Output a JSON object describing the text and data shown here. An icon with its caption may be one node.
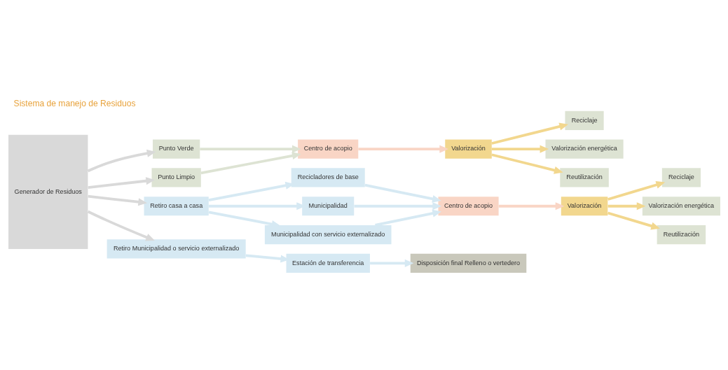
{
  "diagram": {
    "title": "Sistema de manejo de Residuos",
    "nodes": [
      {
        "text": [
          "Generador de Residuos"
        ]
      },
      {
        "text": [
          "Punto Verde"
        ]
      },
      {
        "text": [
          "Punto Limpio"
        ]
      },
      {
        "text": [
          "Centro de acopio"
        ]
      },
      {
        "text": [
          "Valorización"
        ]
      },
      {
        "text": [
          "Reciclaje"
        ]
      },
      {
        "text": [
          "Valorización energética"
        ]
      },
      {
        "text": [
          "Reutilización"
        ]
      },
      {
        "text": [
          "Retiro casa a casa"
        ]
      },
      {
        "text": [
          "Recicladores de base"
        ]
      },
      {
        "text": [
          "Municipalidad"
        ]
      },
      {
        "text": [
          "Municipalidad con servicio externalizado"
        ]
      },
      {
        "text": [
          "Retiro Municipalidad o servicio externalizado"
        ]
      },
      {
        "text": [
          "Estación de transferencia"
        ]
      },
      {
        "text": [
          "Centro de acopio"
        ]
      },
      {
        "text": [
          "Valorización"
        ]
      },
      {
        "text": [
          "Reciclaje"
        ]
      },
      {
        "text": [
          "Valorización energética"
        ]
      },
      {
        "text": [
          "Reutilización"
        ]
      },
      {
        "text": [
          "Disposición final Relleno o vertedero"
        ]
      }
    ],
    "edges": [
      {
        "from": 0,
        "to": 1,
        "arrow": "to",
        "color": "#d9d9d9"
      },
      {
        "from": 0,
        "to": 2,
        "arrow": "to",
        "color": "#d9d9d9"
      },
      {
        "from": 0,
        "to": 8,
        "arrow": "to",
        "color": "#d9d9d9"
      },
      {
        "from": 0,
        "to": 12,
        "arrow": "to",
        "color": "#d9d9d9"
      },
      {
        "from": 1,
        "to": 3,
        "arrow": "to",
        "color": "#dde3d3"
      },
      {
        "from": 2,
        "to": 3,
        "arrow": "to",
        "color": "#dde3d3"
      },
      {
        "from": 3,
        "to": 4,
        "arrow": "to",
        "color": "#f9d5c5"
      },
      {
        "from": 4,
        "to": 5,
        "arrow": "to",
        "color": "#f2d78e"
      },
      {
        "from": 4,
        "to": 6,
        "arrow": "to",
        "color": "#f2d78e"
      },
      {
        "from": 4,
        "to": 7,
        "arrow": "to",
        "color": "#f2d78e"
      },
      {
        "from": 8,
        "to": 9,
        "arrow": "to"
      },
      {
        "from": 8,
        "to": 10,
        "arrow": "to"
      },
      {
        "from": 8,
        "to": 11,
        "arrow": "to"
      },
      {
        "from": 9,
        "to": 14,
        "arrow": "to"
      },
      {
        "from": 10,
        "to": 14,
        "arrow": "to"
      },
      {
        "from": 11,
        "to": 14,
        "arrow": "to"
      },
      {
        "from": 14,
        "to": 15,
        "arrow": "to",
        "color": "#f9d5c5"
      },
      {
        "from": 15,
        "to": 16,
        "arrow": "to",
        "color": "#f2d78e"
      },
      {
        "from": 15,
        "to": 17,
        "arrow": "to",
        "color": "#f2d78e"
      },
      {
        "from": 15,
        "to": 18,
        "arrow": "to",
        "color": "#f2d78e"
      },
      {
        "from": 12,
        "to": 13,
        "arrow": "to"
      },
      {
        "from": 13,
        "to": 19,
        "arrow": "to"
      }
    ]
  }
}
